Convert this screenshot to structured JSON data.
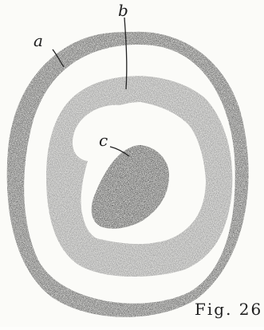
{
  "figure": {
    "labels": {
      "a": "a",
      "b": "b",
      "c": "c"
    },
    "caption": "Fig. 26"
  },
  "colors": {
    "outer_ring": "#3a3a3a",
    "middle_layer": "#8a8a8a",
    "inner_core": "#2e2e2e",
    "background": "#fbfbf8"
  }
}
